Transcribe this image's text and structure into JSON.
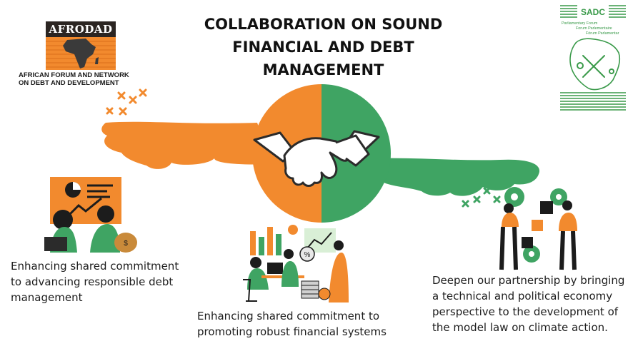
{
  "title": {
    "line1": "COLLABORATION ON SOUND",
    "line2": "FINANCIAL AND DEBT",
    "line3": "MANAGEMENT"
  },
  "afrodad": {
    "wordmark": "AFRODAD",
    "subtitle_line1": "AFRICAN FORUM AND NETWORK",
    "subtitle_line2": "ON DEBT AND DEVELOPMENT"
  },
  "sadc": {
    "wordmark": "SADC",
    "line1": "Parliamentary Forum",
    "line2": "Forum Parlementaire",
    "line3": "Fórum Parlamentar"
  },
  "blocks": [
    {
      "lines": [
        "Enhancing shared commitment",
        "to advancing responsible debt",
        "management"
      ]
    },
    {
      "lines": [
        "Enhancing shared commitment to",
        "promoting robust financial systems"
      ]
    },
    {
      "lines": [
        "Deepen our partnership by bringing",
        "a technical and political economy",
        "perspective to the development of",
        "the model law on climate action."
      ]
    }
  ],
  "colors": {
    "orange": "#f28a2e",
    "green": "#3fa463",
    "dark": "#1c1c1c",
    "sadc_green": "#3a9a4a"
  },
  "icons": [
    "handshake-icon",
    "debt-management-illustration",
    "financial-systems-illustration",
    "partnership-puzzle-illustration"
  ]
}
